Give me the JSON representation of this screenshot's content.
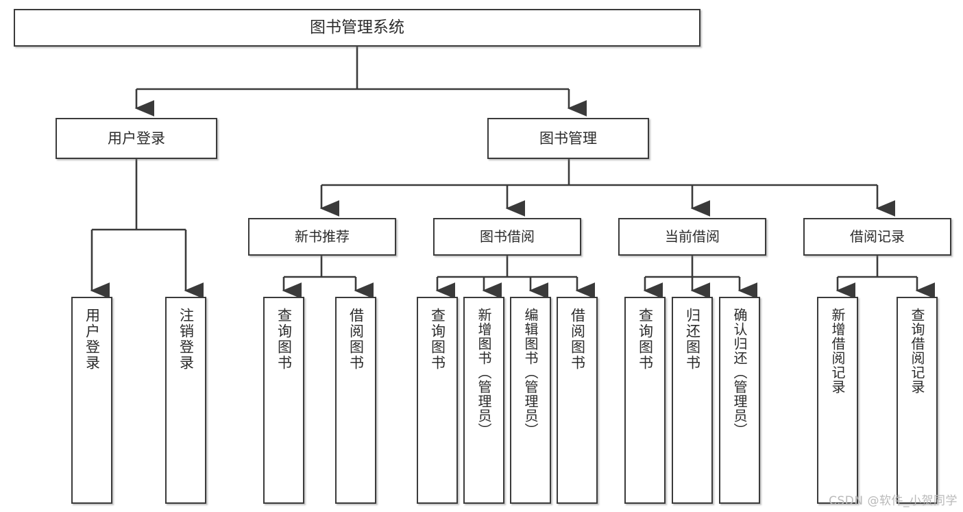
{
  "diagram": {
    "title": "图书管理系统",
    "type": "tree-hierarchy-chart",
    "root": {
      "label": "图书管理系统"
    },
    "level1": [
      {
        "label": "用户登录"
      },
      {
        "label": "图书管理"
      }
    ],
    "level2": [
      {
        "label": "新书推荐"
      },
      {
        "label": "图书借阅"
      },
      {
        "label": "当前借阅"
      },
      {
        "label": "借阅记录"
      }
    ],
    "leaves": {
      "user_login": [
        {
          "label": "用户登录"
        },
        {
          "label": "注销登录"
        }
      ],
      "new_book_recommend": [
        {
          "label": "查询图书"
        },
        {
          "label": "借阅图书"
        }
      ],
      "book_borrow": [
        {
          "label": "查询图书"
        },
        {
          "label": "新增图书（管理员）"
        },
        {
          "label": "编辑图书（管理员）"
        },
        {
          "label": "借阅图书"
        }
      ],
      "current_borrow": [
        {
          "label": "查询图书"
        },
        {
          "label": "归还图书"
        },
        {
          "label": "确认归还（管理员）"
        }
      ],
      "borrow_record": [
        {
          "label": "新增借阅记录"
        },
        {
          "label": "查询借阅记录"
        }
      ]
    }
  },
  "watermark": {
    "text": "CSDN @软件_小贺同学"
  },
  "colors": {
    "stroke": "#3a3a3a",
    "box_fill": "#ffffff",
    "text": "#2b2b2b",
    "watermark": "#b9b9b9"
  }
}
